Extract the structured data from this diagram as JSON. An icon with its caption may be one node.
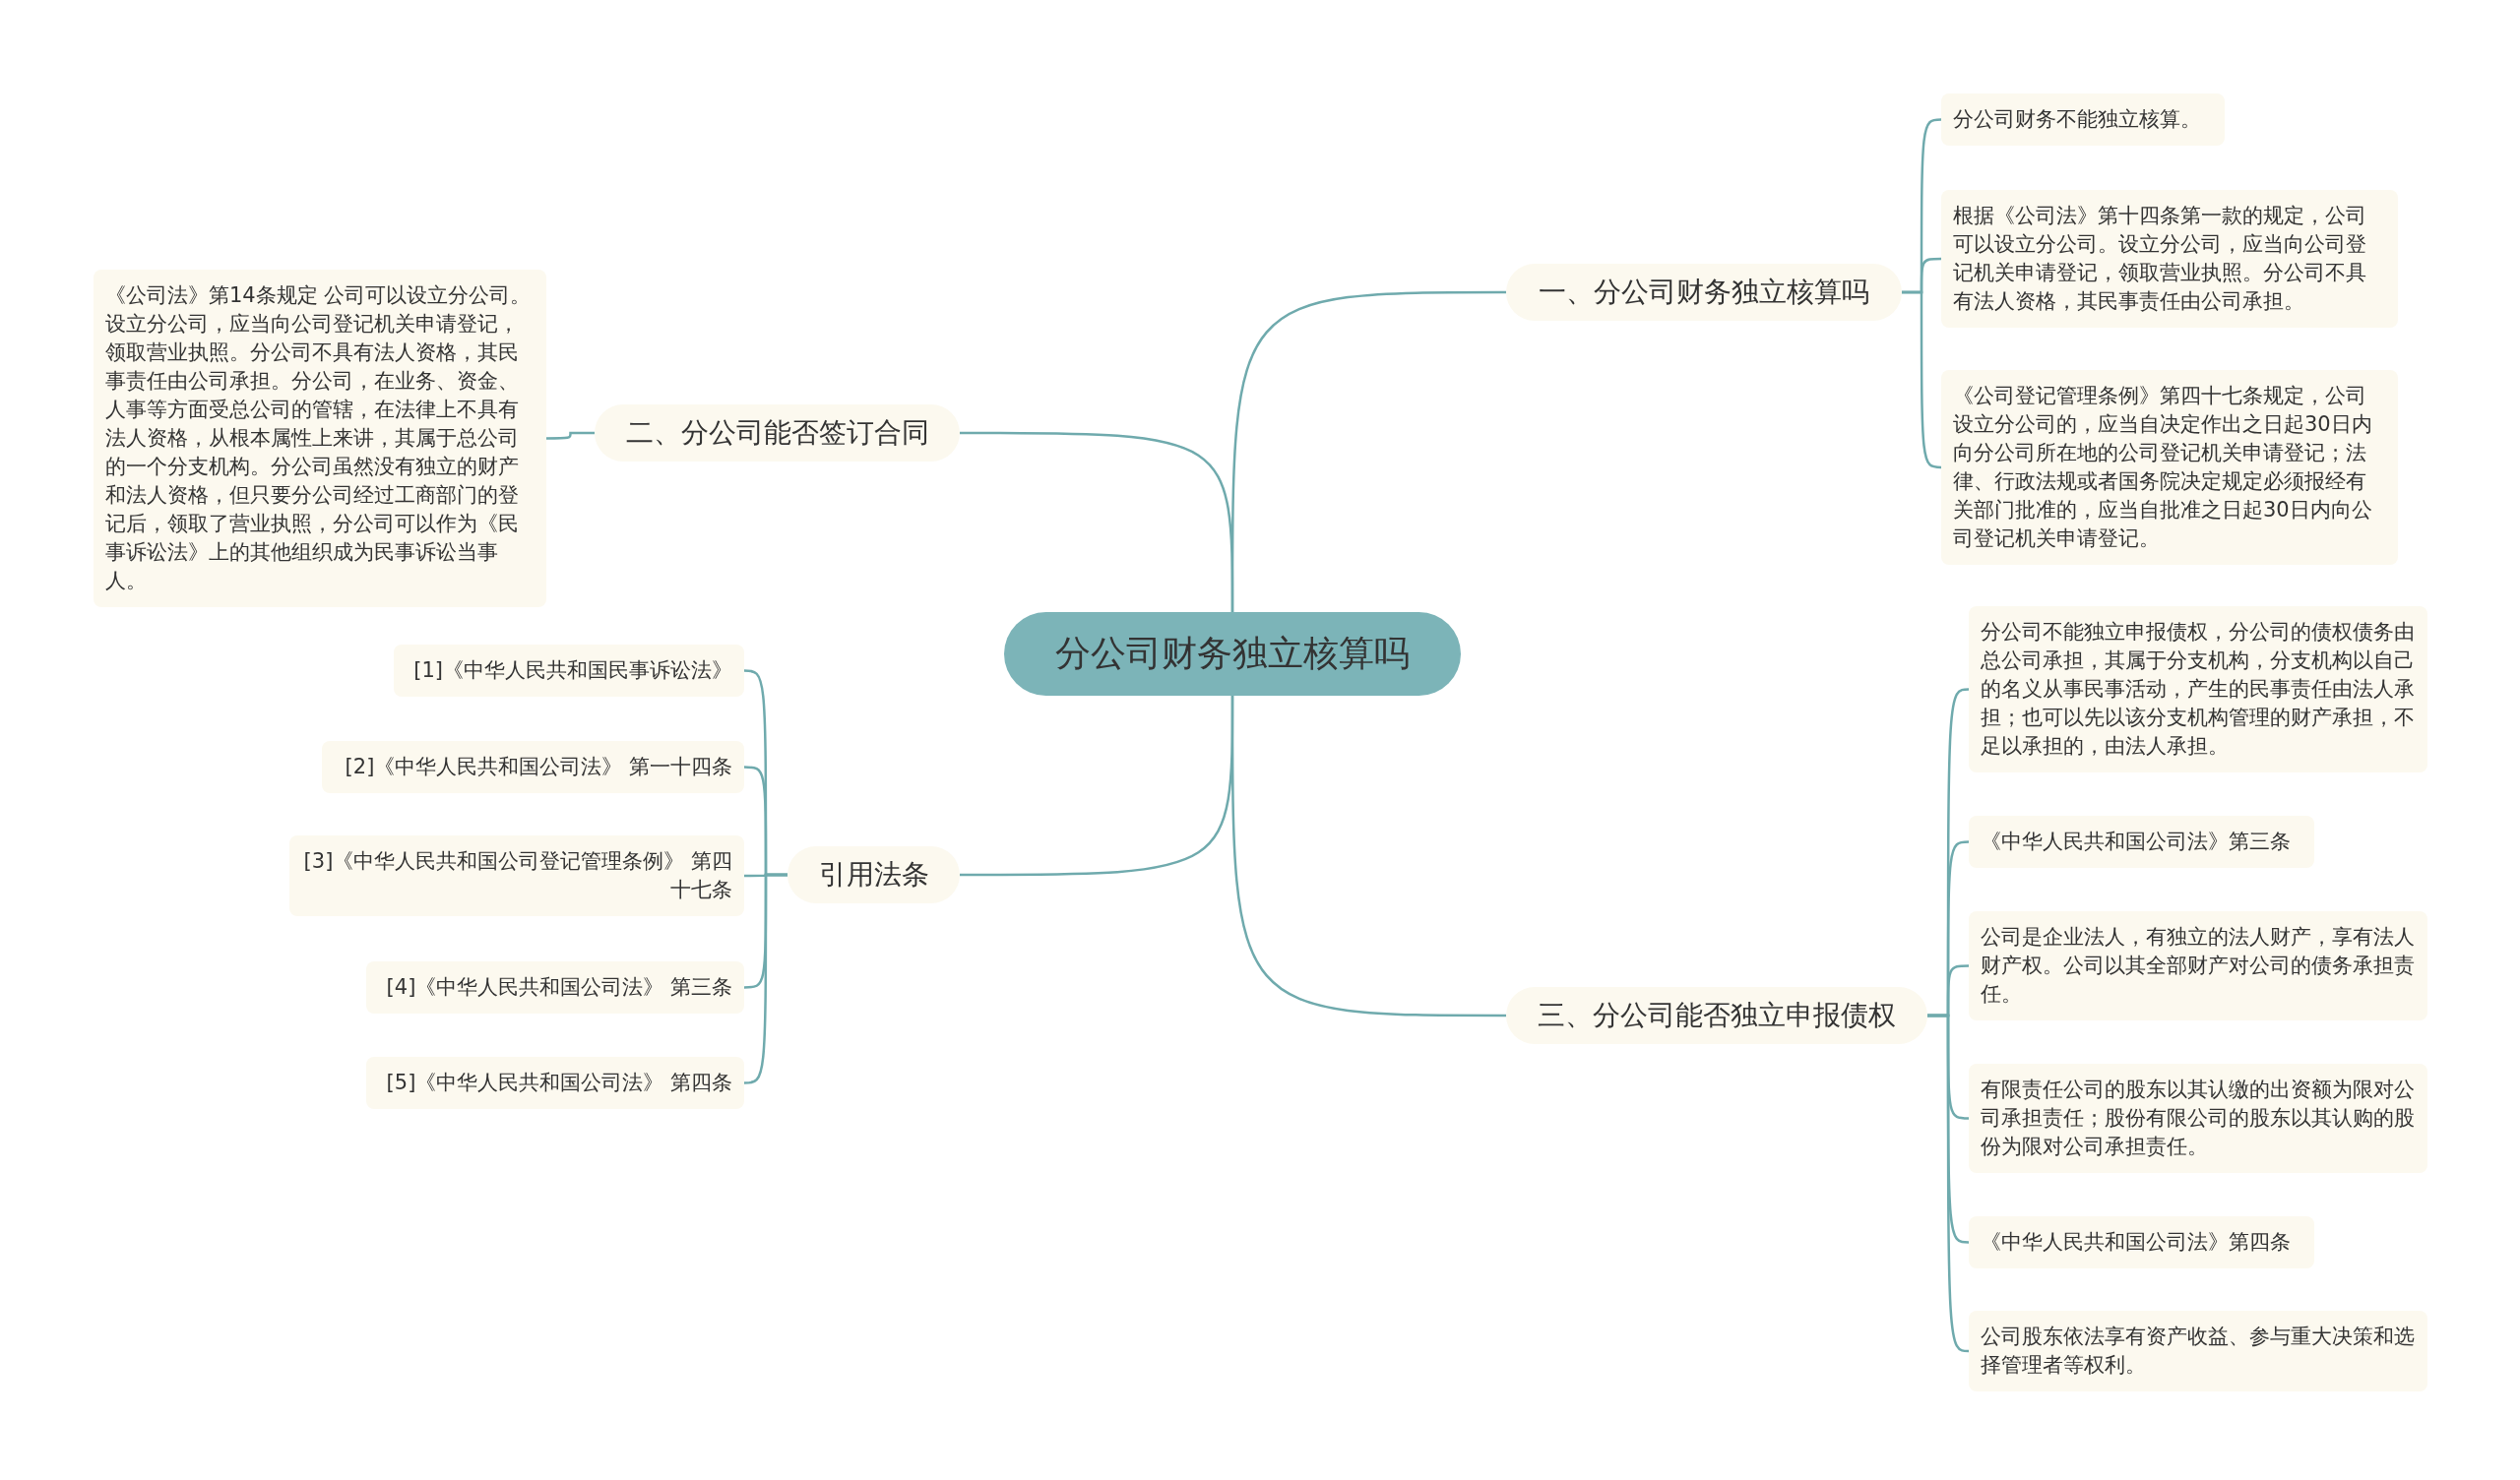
{
  "diagram": {
    "nodes": [
      {
        "text": [
          "分公司财务独立核算吗"
        ]
      },
      {
        "text": [
          "一、分公司财务独立核算吗"
        ]
      },
      {
        "text": [
          "分公司财务不能独立核算。"
        ]
      },
      {
        "text": [
          "根据《公司法》第十四条第一款的规定，公司可以设立分公司。设立分公司，应当向公司登记机关申请登记，领取营业执照。分公司不具有法人资格，其民事责任由公司承担。"
        ]
      },
      {
        "text": [
          "《公司登记管理条例》第四十七条规定，公司设立分公司的，应当自决定作出之日起30日内向分公司所在地的公司登记机关申请登记；法律、行政法规或者国务院决定规定必须报经有关部门批准的，应当自批准之日起30日内向公司登记机关申请登记。"
        ]
      },
      {
        "text": [
          "二、分公司能否签订合同"
        ]
      },
      {
        "text": [
          "《公司法》第14条规定 公司可以设立分公司。设立分公司，应当向公司登记机关申请登记，领取营业执照。分公司不具有法人资格，其民事责任由公司承担。分公司，在业务、资金、人事等方面受总公司的管辖，在法律上不具有法人资格，从根本属性上来讲，其属于总公司的一个分支机构。分公司虽然没有独立的财产和法人资格，但只要分公司经过工商部门的登记后，领取了营业执照，分公司可以作为《民事诉讼法》上的其他组织成为民事诉讼当事人。"
        ]
      },
      {
        "text": [
          "引用法条"
        ]
      },
      {
        "text": [
          "[1]《中华人民共和国民事诉讼法》"
        ]
      },
      {
        "text": [
          "[2]《中华人民共和国公司法》 第一十四条"
        ]
      },
      {
        "text": [
          "[3]《中华人民共和国公司登记管理条例》 第四十七条"
        ]
      },
      {
        "text": [
          "[4]《中华人民共和国公司法》 第三条"
        ]
      },
      {
        "text": [
          "[5]《中华人民共和国公司法》 第四条"
        ]
      },
      {
        "text": [
          "三、分公司能否独立申报债权"
        ]
      },
      {
        "text": [
          "分公司不能独立申报债权，分公司的债权债务由总公司承担，其属于分支机构，分支机构以自己的名义从事民事活动，产生的民事责任由法人承担；也可以先以该分支机构管理的财产承担，不足以承担的，由法人承担。"
        ]
      },
      {
        "text": [
          "《中华人民共和国公司法》第三条"
        ]
      },
      {
        "text": [
          "公司是企业法人，有独立的法人财产，享有法人财产权。公司以其全部财产对公司的债务承担责任。"
        ]
      },
      {
        "text": [
          "有限责任公司的股东以其认缴的出资额为限对公司承担责任；股份有限公司的股东以其认购的股份为限对公司承担责任。"
        ]
      },
      {
        "text": [
          "《中华人民共和国公司法》第四条"
        ]
      },
      {
        "text": [
          "公司股东依法享有资产收益、参与重大决策和选择管理者等权利。"
        ]
      }
    ],
    "edges": [
      {
        "from": 0,
        "to": 1,
        "arrow": "none"
      },
      {
        "from": 1,
        "to": 2,
        "arrow": "none"
      },
      {
        "from": 1,
        "to": 3,
        "arrow": "none"
      },
      {
        "from": 1,
        "to": 4,
        "arrow": "none"
      },
      {
        "from": 0,
        "to": 5,
        "arrow": "none"
      },
      {
        "from": 5,
        "to": 6,
        "arrow": "none"
      },
      {
        "from": 0,
        "to": 7,
        "arrow": "none"
      },
      {
        "from": 7,
        "to": 8,
        "arrow": "none"
      },
      {
        "from": 7,
        "to": 9,
        "arrow": "none"
      },
      {
        "from": 7,
        "to": 10,
        "arrow": "none"
      },
      {
        "from": 7,
        "to": 11,
        "arrow": "none"
      },
      {
        "from": 7,
        "to": 12,
        "arrow": "none"
      },
      {
        "from": 0,
        "to": 13,
        "arrow": "none"
      },
      {
        "from": 13,
        "to": 14,
        "arrow": "none"
      },
      {
        "from": 13,
        "to": 15,
        "arrow": "none"
      },
      {
        "from": 13,
        "to": 16,
        "arrow": "none"
      },
      {
        "from": 13,
        "to": 17,
        "arrow": "none"
      },
      {
        "from": 13,
        "to": 18,
        "arrow": "none"
      },
      {
        "from": 13,
        "to": 19,
        "arrow": "none"
      }
    ]
  }
}
